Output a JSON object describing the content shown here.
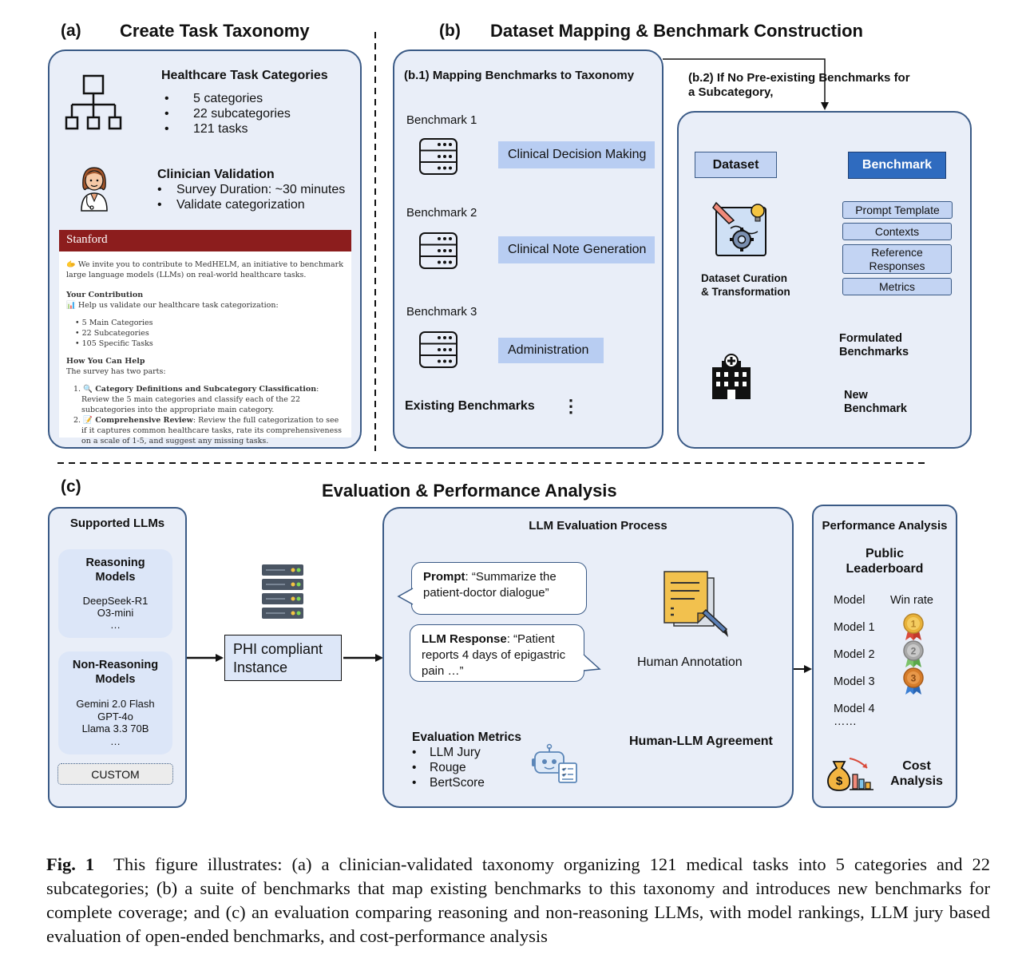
{
  "section_a": {
    "letter": "(a)",
    "title": "Create Task Taxonomy",
    "categories_heading": "Healthcare Task Categories",
    "categories": [
      "5 categories",
      "22 subcategories",
      "121 tasks"
    ],
    "validation_heading": "Clinician Validation",
    "validation_items": [
      "Survey Duration: ~30 minutes",
      "Validate categorization"
    ],
    "survey": {
      "brand": "Stanford",
      "intro": "🫱 We invite you to contribute to MedHELM, an initiative to benchmark large language models (LLMs) on real-world healthcare tasks.",
      "contribution_heading": "Your Contribution",
      "contribution_text": "📊 Help us validate our healthcare task categorization:",
      "stats": [
        "5 Main Categories",
        "22 Subcategories",
        "105 Specific Tasks"
      ],
      "help_heading": "How You Can Help",
      "help_text": "The survey has two parts:",
      "step1_title": "🔍 Category Definitions and Subcategory Classification",
      "step1_text": ": Review the 5 main categories and classify each of the 22 subcategories into the appropriate main category.",
      "step2_title": "📝 Comprehensive Review",
      "step2_text": ": Review the full categorization to see if it captures common healthcare tasks, rate its comprehensiveness on a scale of 1-5, and suggest any missing tasks."
    }
  },
  "section_b": {
    "letter": "(b)",
    "title": "Dataset Mapping & Benchmark Construction",
    "b1_heading": "(b.1) Mapping Benchmarks to Taxonomy",
    "benchmarks": [
      {
        "label": "Benchmark 1",
        "target": "Clinical Decision Making"
      },
      {
        "label": "Benchmark 2",
        "target": "Clinical Note Generation"
      },
      {
        "label": "Benchmark 3",
        "target": "Administration"
      }
    ],
    "existing_label": "Existing Benchmarks",
    "ellipsis": "⋮",
    "b2_heading_line1": "(b.2) If No Pre-existing Benchmarks for",
    "b2_heading_line2": "a Subcategory,",
    "dataset_label": "Dataset",
    "benchmark_label": "Benchmark",
    "curation_line1": "Dataset Curation",
    "curation_line2": "& Transformation",
    "components": [
      "Prompt Template",
      "Contexts",
      "Reference Responses",
      "Metrics"
    ],
    "formulated_line1": "Formulated",
    "formulated_line2": "Benchmarks",
    "new_line1": "New",
    "new_line2": "Benchmark"
  },
  "section_c": {
    "letter": "(c)",
    "title": "Evaluation & Performance Analysis",
    "llms_heading": "Supported LLMs",
    "reasoning_heading": "Reasoning Models",
    "reasoning_models": [
      "DeepSeek-R1",
      "O3-mini",
      "…"
    ],
    "nonreasoning_heading": "Non-Reasoning Models",
    "nonreasoning_models": [
      "Gemini 2.0 Flash",
      "GPT-4o",
      "Llama 3.3 70B",
      "…"
    ],
    "custom_label": "CUSTOM",
    "phi_line1": "PHI compliant",
    "phi_line2": "Instance",
    "eval_heading": "LLM Evaluation Process",
    "prompt_label": "Prompt",
    "prompt_text": ": “Summarize the patient-doctor dialogue”",
    "response_label": "LLM Response",
    "response_text": ": “Patient reports 4 days of epigastric pain …”",
    "human_annotation": "Human Annotation",
    "metrics_heading": "Evaluation Metrics",
    "metrics": [
      "LLM Jury",
      "Rouge",
      "BertScore"
    ],
    "agreement_label": "Human-LLM Agreement",
    "perf_heading": "Performance Analysis",
    "leaderboard_line1": "Public",
    "leaderboard_line2": "Leaderboard",
    "col_model": "Model",
    "col_winrate": "Win rate",
    "models": [
      "Model 1",
      "Model 2",
      "Model 3",
      "Model 4",
      "……"
    ],
    "medal_numbers": [
      "1",
      "2",
      "3"
    ],
    "cost_line1": "Cost",
    "cost_line2": "Analysis"
  },
  "caption": {
    "label": "Fig. 1",
    "text": "This figure illustrates: (a) a clinician-validated taxonomy organizing 121 medical tasks into 5 categories and 22 subcategories; (b) a suite of benchmarks that map existing benchmarks to this taxonomy and introduces new benchmarks for complete coverage; and (c) an evaluation comparing reasoning and non-reasoning LLMs, with model rankings, LLM jury based evaluation of open-ended benchmarks, and cost-performance analysis"
  },
  "colors": {
    "panel_fill": "#e9eef8",
    "panel_border": "#3a5a86",
    "mapping_box": "#b8cdf2",
    "benchmark_box": "#2f6bbf",
    "stanford_red": "#8c1d1d",
    "gold": "#e8b23a",
    "silver": "#a9a9a9",
    "bronze": "#d67c2a"
  },
  "icons": [
    "hierarchy-icon",
    "doctor-icon",
    "database-icon",
    "blueprint-gear-icon",
    "hospital-icon",
    "server-icon",
    "document-pen-icon",
    "robot-icon",
    "medal-icon",
    "money-bag-icon"
  ]
}
